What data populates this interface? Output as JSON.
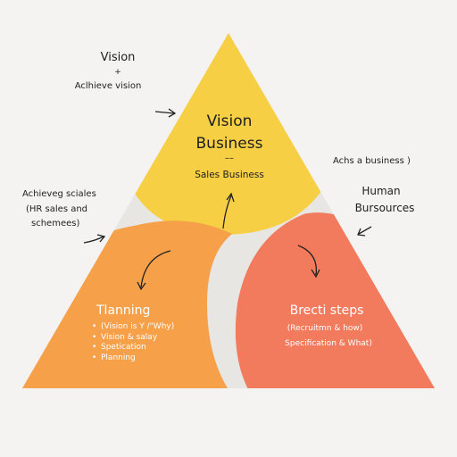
{
  "colors": {
    "background": "#f4f3f1",
    "triangle_base": "#e7e6e3",
    "top_section": "#f7cf45",
    "left_section": "#f6a04a",
    "right_section": "#f27a5d",
    "text_dark": "#1e1e1e",
    "text_light": "#ffffff"
  },
  "top": {
    "title_line1": "Vision",
    "title_line2": "Business",
    "separator": "––",
    "subtitle": "Sales Business"
  },
  "left_section": {
    "title": "Tlanning",
    "items": [
      "(Vision is Y /\"Why)",
      "Vision & salay",
      "Spetication",
      "Planning"
    ]
  },
  "right_section": {
    "title": "Brecti steps",
    "line1": "(Recruitmn & how)",
    "line2": "Specification & What)"
  },
  "annotations": {
    "top_left_title": "Vision",
    "top_left_plus": "+",
    "top_left_sub": "Aclhieve vision",
    "left_line1": "Achieveg sciales",
    "left_line2": "(HR sales and",
    "left_line3": "schemees)",
    "right_top": "Achs a business )",
    "right_title_line1": "Human",
    "right_title_line2": "Bursources"
  }
}
